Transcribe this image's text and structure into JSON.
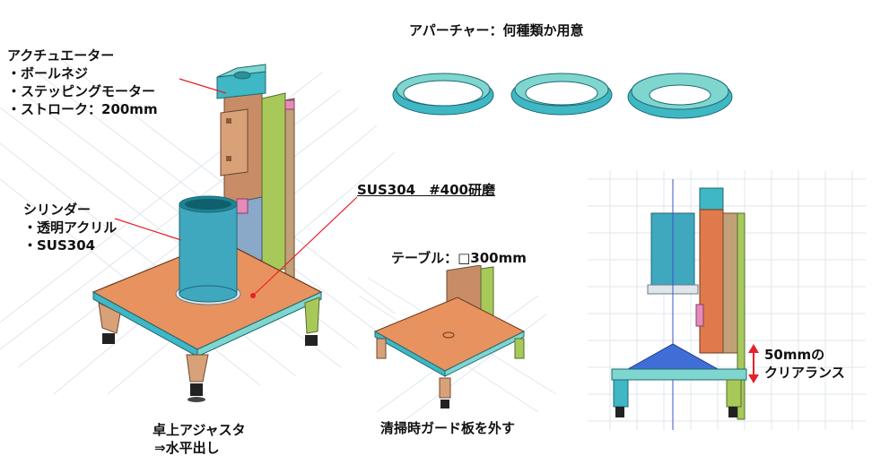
{
  "labels": {
    "actuator": {
      "title": "アクチュエーター",
      "items": [
        "・ボールネジ",
        "・ステッピングモーター",
        "・ストローク：200mm"
      ]
    },
    "aperture": "アパーチャー：何種類か用意",
    "cylinder": {
      "title": "シリンダー",
      "items": [
        "・透明アクリル",
        "・SUS304"
      ]
    },
    "polish": "SUS304　#400研磨",
    "table": "テーブル：□300mm",
    "adjuster": [
      "卓上アジャスタ",
      "⇒水平出し"
    ],
    "cleaning": "清掃時ガード板を外す",
    "clearance": [
      "50mmの",
      "クリアランス"
    ]
  },
  "colors": {
    "plate": "#e8925f",
    "plate_edge": "#c4683b",
    "teal": "#3fb7c4",
    "cylinder": "#3fa8bf",
    "green": "#a7c95a",
    "pink": "#e58bb9",
    "leader": "#e8202a",
    "grid": "#d8e3ec",
    "blue_cone": "#3f6fd6"
  }
}
